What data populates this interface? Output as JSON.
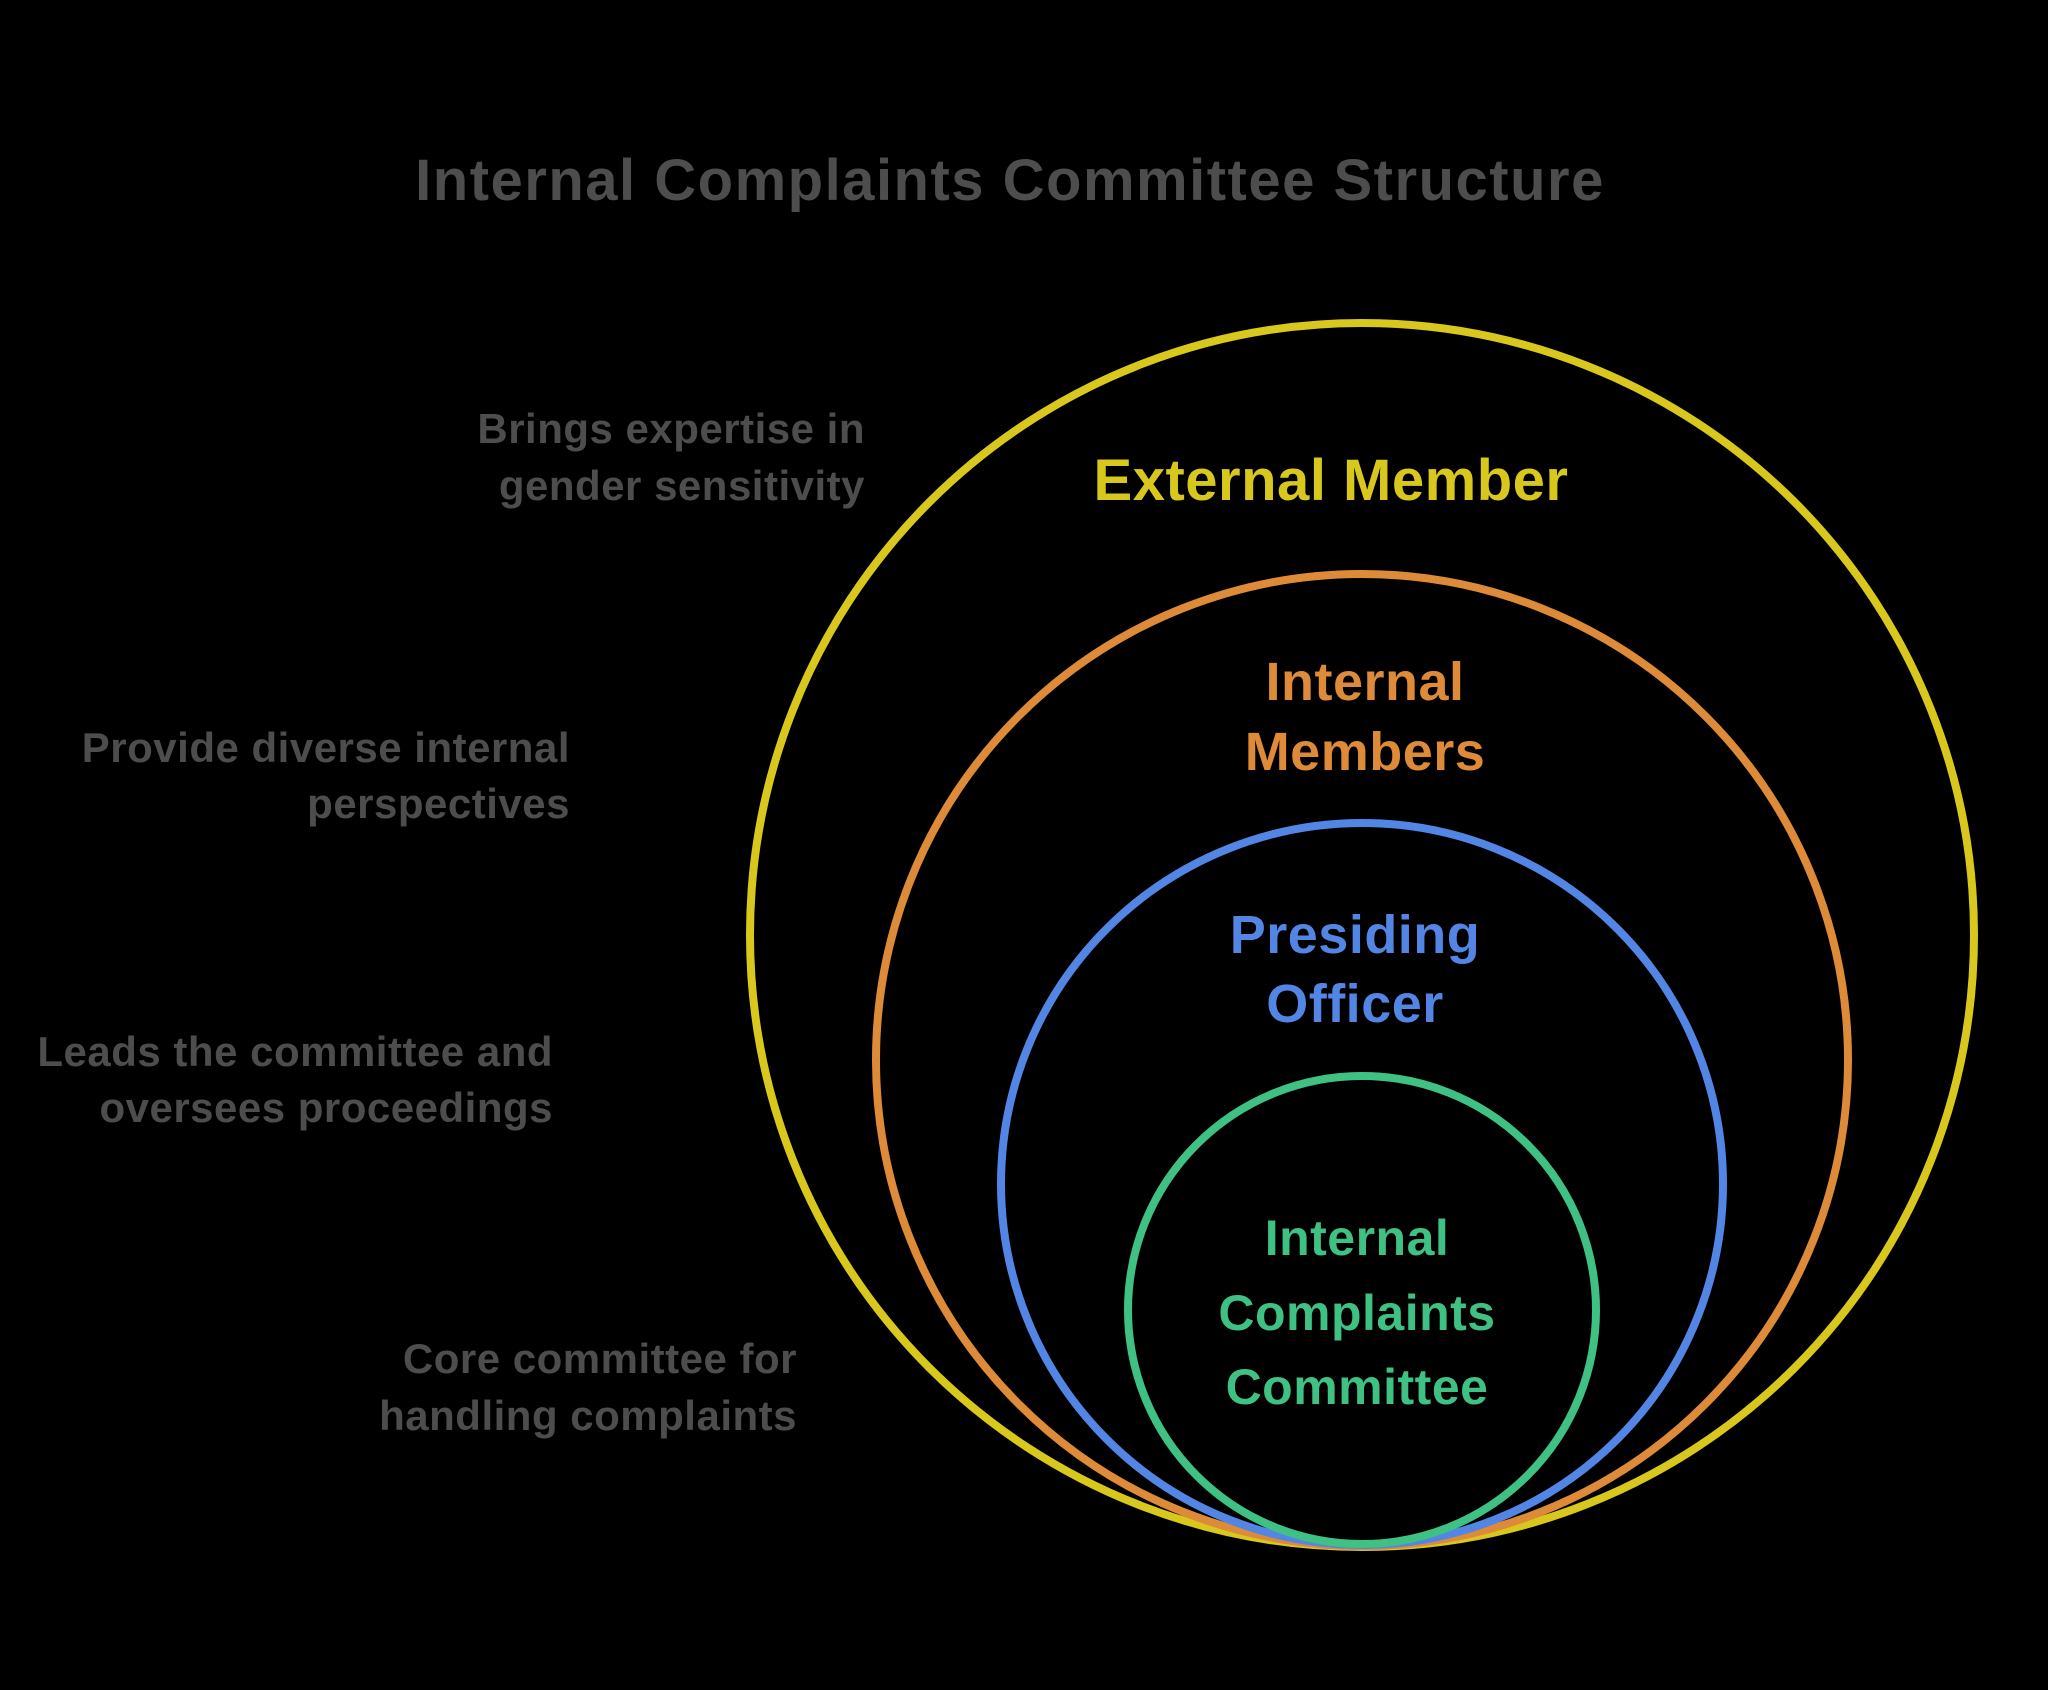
{
  "title": {
    "text": "Internal Complaints Committee Structure"
  },
  "colors": {
    "background": "#000000",
    "muted_text": "#4d4d4d",
    "external_member": "#d8c81e",
    "internal_members": "#dd8a39",
    "presiding_officer": "#5386e4",
    "internal_complaints_committee": "#3fc183"
  },
  "rings": [
    {
      "id": "external-member",
      "label_lines": [
        "External Member"
      ],
      "color": "#d8c81e",
      "annotation_lines": [
        "Brings expertise in",
        "gender sensitivity"
      ]
    },
    {
      "id": "internal-members",
      "label_lines": [
        "Internal",
        "Members"
      ],
      "color": "#dd8a39",
      "annotation_lines": [
        "Provide diverse internal",
        "perspectives"
      ]
    },
    {
      "id": "presiding-officer",
      "label_lines": [
        "Presiding",
        "Officer"
      ],
      "color": "#5386e4",
      "annotation_lines": [
        "Leads the committee and",
        "oversees proceedings"
      ]
    },
    {
      "id": "internal-complaints-committee",
      "label_lines": [
        "Internal",
        "Complaints",
        "Committee"
      ],
      "color": "#3fc183",
      "annotation_lines": [
        "Core committee for",
        "handling complaints"
      ]
    }
  ]
}
